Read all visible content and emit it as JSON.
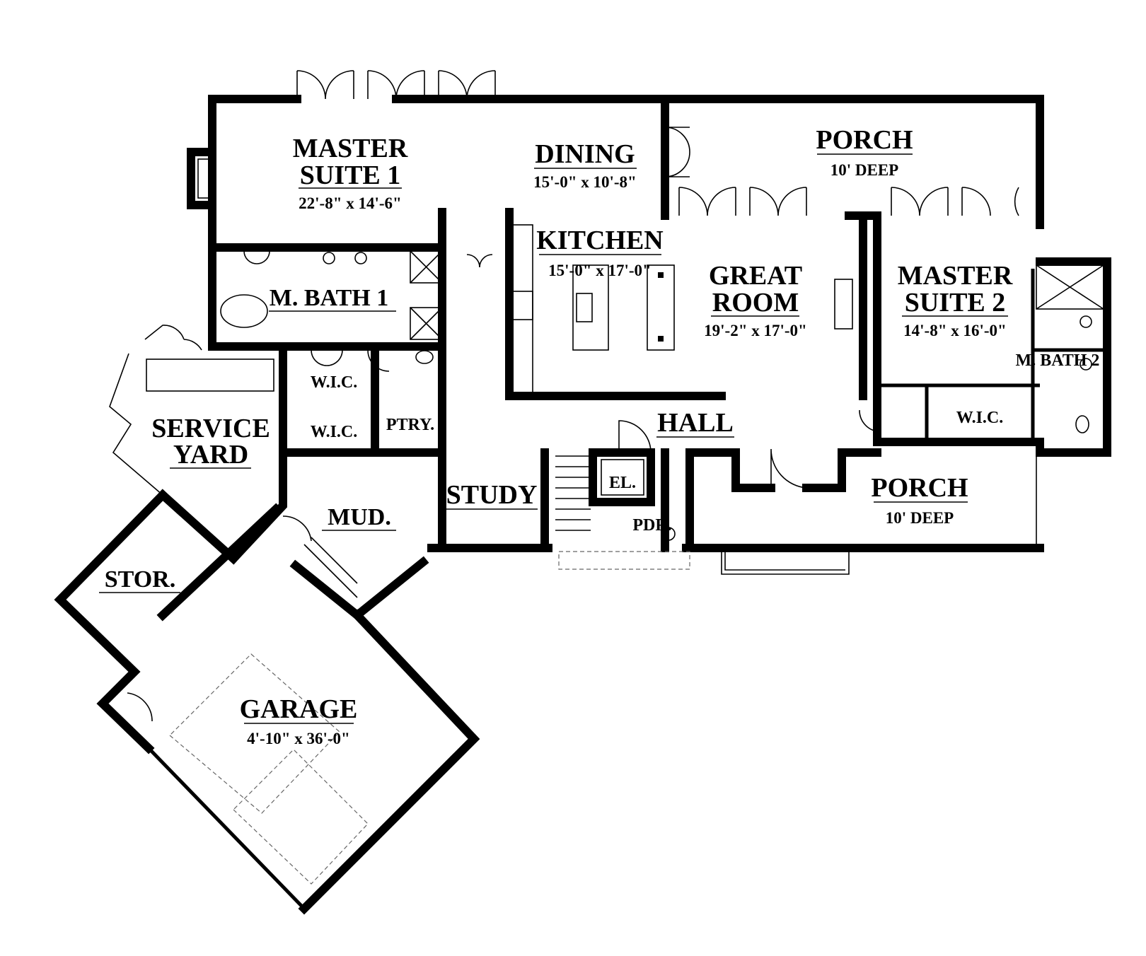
{
  "rooms": {
    "master_suite_1": {
      "line1": "MASTER",
      "line2": "SUITE 1",
      "dims": "22'-8\" x 14'-6\""
    },
    "dining": {
      "name": "DINING",
      "dims": "15'-0\" x 10'-8\""
    },
    "porch_rear": {
      "name": "PORCH",
      "dims": "10' DEEP"
    },
    "kitchen": {
      "name": "KITCHEN",
      "dims": "15'-0\" x 17'-0\""
    },
    "great_room": {
      "line1": "GREAT",
      "line2": "ROOM",
      "dims": "19'-2\" x 17'-0\""
    },
    "master_suite_2": {
      "line1": "MASTER",
      "line2": "SUITE 2",
      "dims": "14'-8\" x 16'-0\""
    },
    "m_bath_1": {
      "name": "M. BATH 1"
    },
    "m_bath_2": {
      "name": "M. BATH 2"
    },
    "wic_a": {
      "name": "W.I.C."
    },
    "wic_b": {
      "name": "W.I.C."
    },
    "wic_c": {
      "name": "W.I.C."
    },
    "pantry": {
      "name": "PTRY."
    },
    "service_yard": {
      "line1": "SERVICE",
      "line2": "YARD"
    },
    "hall": {
      "name": "HALL"
    },
    "study": {
      "name": "STUDY"
    },
    "mud": {
      "name": "MUD."
    },
    "elevator": {
      "name": "EL."
    },
    "powder": {
      "name": "PDR."
    },
    "porch_front": {
      "name": "PORCH",
      "dims": "10' DEEP"
    },
    "storage": {
      "name": "STOR."
    },
    "garage": {
      "name": "GARAGE",
      "dims": "4'-10\" x 36'-0\""
    }
  }
}
